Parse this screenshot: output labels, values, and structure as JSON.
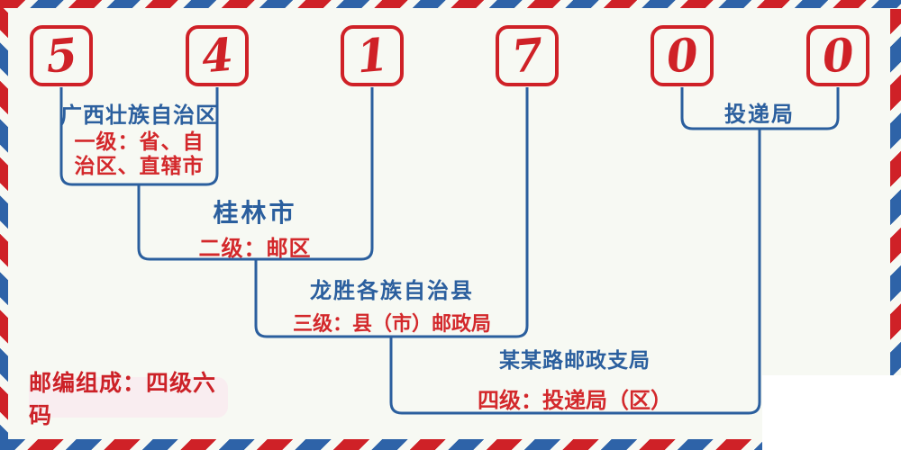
{
  "postal": {
    "value": "541700",
    "digits": [
      "5",
      "4",
      "1",
      "7",
      "0",
      "0"
    ]
  },
  "levels": [
    {
      "name": "广西壮族自治区",
      "desc_lines": [
        "一级：省、自",
        "治区、直辖市"
      ]
    },
    {
      "name": "桂林市",
      "desc_lines": [
        "二级：邮区"
      ]
    },
    {
      "name": "龙胜各族自治县",
      "desc_lines": [
        "三级：县（市）邮政局"
      ]
    },
    {
      "name": "某某路邮政支局",
      "desc_lines": [
        "四级：投递局（区）"
      ]
    },
    {
      "name": "投递局",
      "desc_lines": []
    }
  ],
  "badge": {
    "text": "邮编组成：四级六码"
  },
  "colors": {
    "red": "#cf2127",
    "text_red": "#d3282b",
    "blue": "#2b5f9e",
    "stripe_blue": "#2e63a8",
    "badge_bg": "#f9edf0",
    "background": "#f7f9f3",
    "corner_patch": "#ffffff"
  }
}
